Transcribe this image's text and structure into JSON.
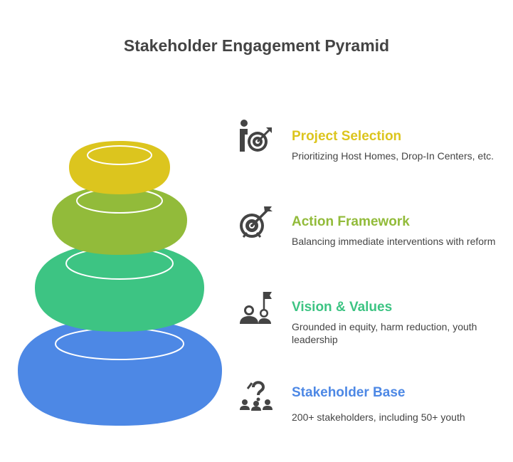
{
  "title": "Stakeholder Engagement Pyramid",
  "colors": {
    "project_selection": "#dcc51e",
    "action_framework": "#92bb3a",
    "vision_values": "#3dc483",
    "stakeholder_base": "#4d88e5",
    "icon": "#444444"
  },
  "items": [
    {
      "title": "Project Selection",
      "desc": "Prioritizing Host Homes, Drop-In Centers, etc.",
      "icon": "person-target-icon"
    },
    {
      "title": "Action Framework",
      "desc": "Balancing immediate interventions with reform",
      "icon": "target-arrow-icon"
    },
    {
      "title": "Vision & Values",
      "desc": "Grounded in equity, harm reduction, youth leadership",
      "icon": "team-flag-icon"
    },
    {
      "title": "Stakeholder Base",
      "desc": "200+ stakeholders, including 50+ youth",
      "icon": "group-question-icon"
    }
  ]
}
